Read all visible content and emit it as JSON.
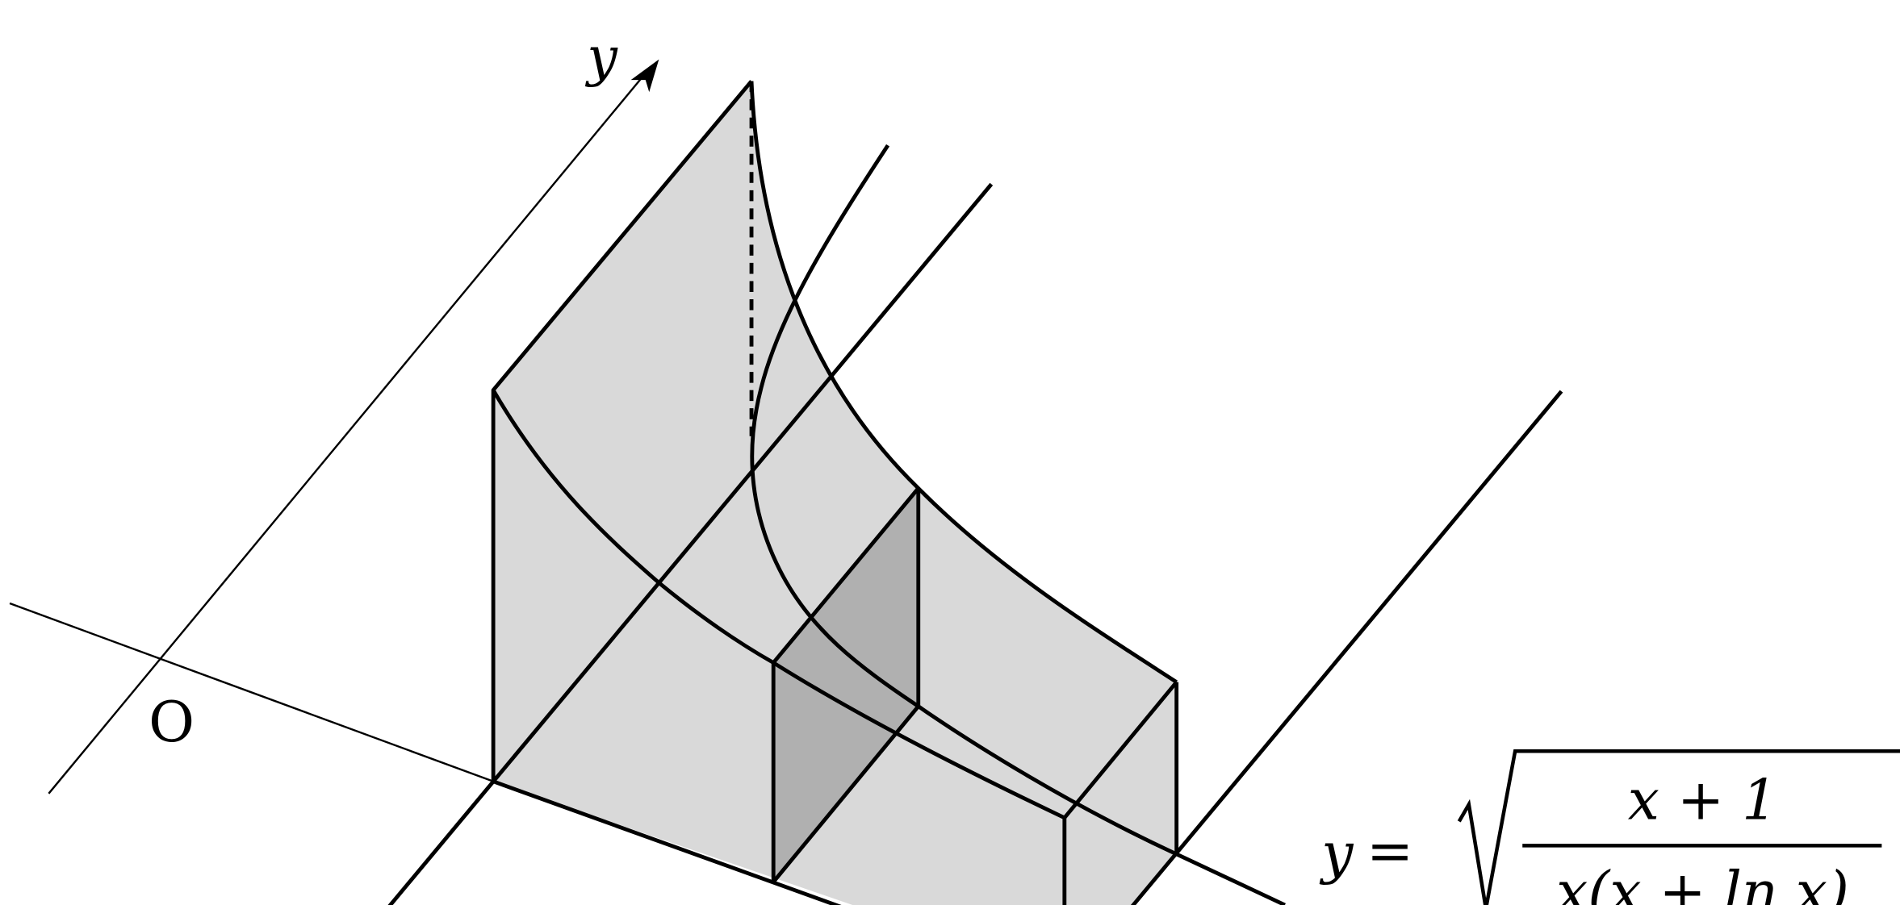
{
  "labels": {
    "y_axis": "y",
    "origin": "O"
  },
  "formula": {
    "lhs": "y",
    "equals": "=",
    "numerator": "x + 1",
    "denominator": "x(x + ln x)"
  },
  "colors": {
    "solid_fill": "#d9d9d9",
    "cross_section_fill": "#b0b0b0",
    "line": "#000000"
  }
}
